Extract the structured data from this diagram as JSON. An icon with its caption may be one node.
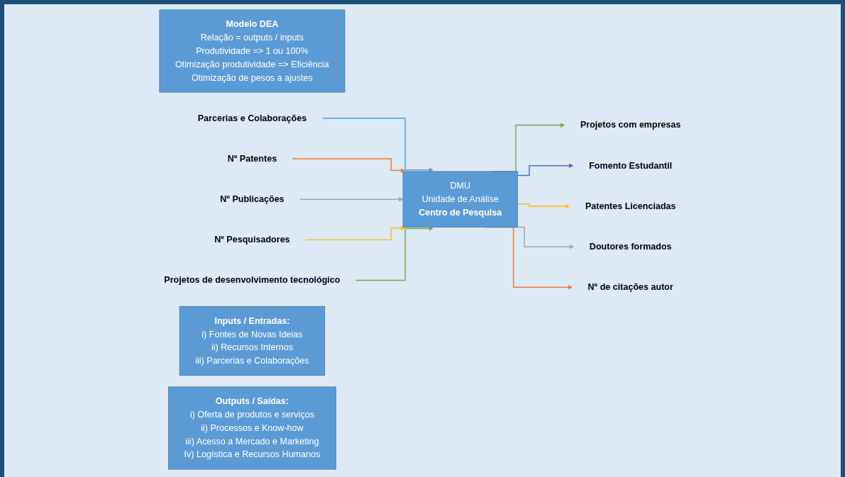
{
  "diagram": {
    "nodes": [
      {
        "text": [
          "Modelo DEA",
          "Relação = outputs / inputs",
          "Produtividade => 1 ou 100%",
          "Otimização produtividade => Eficiência",
          "Otimização de pesos a ajustes"
        ]
      },
      {
        "text": [
          "Parcerias e Colaborações"
        ]
      },
      {
        "text": [
          "Nº Patentes"
        ]
      },
      {
        "text": [
          "Nº Publicações"
        ]
      },
      {
        "text": [
          "Nº Pesquisadores"
        ]
      },
      {
        "text": [
          "Projetos de desenvolvimento tecnológico"
        ]
      },
      {
        "text": [
          "Projetos com empresas"
        ]
      },
      {
        "text": [
          "Fomento Estudantil"
        ]
      },
      {
        "text": [
          "Patentes Licenciadas"
        ]
      },
      {
        "text": [
          "Doutores formados"
        ]
      },
      {
        "text": [
          "Nº de citações autor"
        ]
      },
      {
        "text": [
          "DMU",
          "Unidade de Análise",
          "Centro de Pesquisa"
        ]
      },
      {
        "text": [
          "Inputs / Entradas:",
          "i) Fontes de Novas Ideias",
          "ii) Recursos Internos",
          "iii) Parcerias e Colaborações"
        ]
      },
      {
        "text": [
          "Outputs / Saídas:",
          "i) Oferta de produtos e serviços",
          "ii) Processos e Know-how",
          "iii) Acesso a Mercado e Marketing",
          "Iv) Logística e Recursos Humanos"
        ]
      }
    ],
    "edges": [
      {
        "from": 1,
        "to": 11,
        "arrow": "to",
        "color": "#5b9bd5"
      },
      {
        "from": 2,
        "to": 11,
        "arrow": "to",
        "color": "#ed7d31"
      },
      {
        "from": 3,
        "to": 11,
        "arrow": "to",
        "color": "#a5a5a5"
      },
      {
        "from": 4,
        "to": 11,
        "arrow": "to",
        "color": "#ffc000"
      },
      {
        "from": 5,
        "to": 11,
        "arrow": "to",
        "color": "#70ad47"
      },
      {
        "from": 11,
        "to": 6,
        "arrow": "to",
        "color": "#70ad47"
      },
      {
        "from": 11,
        "to": 7,
        "arrow": "to",
        "color": "#4472c4"
      },
      {
        "from": 11,
        "to": 8,
        "arrow": "to",
        "color": "#ffc000"
      },
      {
        "from": 11,
        "to": 9,
        "arrow": "to",
        "color": "#a5a5a5"
      },
      {
        "from": 11,
        "to": 10,
        "arrow": "to",
        "color": "#ed7d31"
      }
    ]
  }
}
